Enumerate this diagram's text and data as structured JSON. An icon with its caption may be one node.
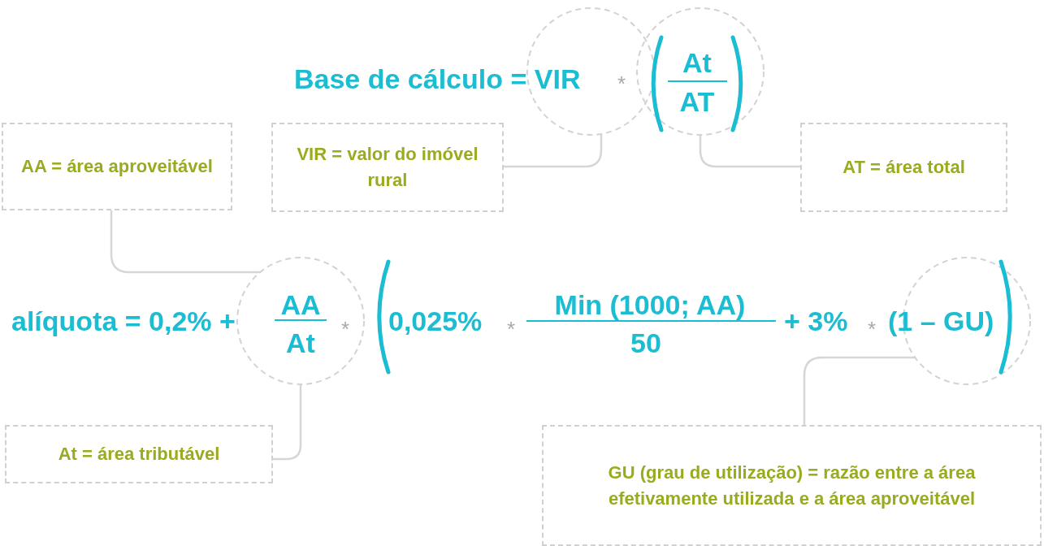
{
  "diagram": {
    "nodes": [
      {
        "text": [],
        "shape": "circle"
      },
      {
        "text": [],
        "shape": "circle"
      },
      {
        "text": [
          "AA = área aproveitável"
        ]
      },
      {
        "text": [
          "VIR = valor do imóvel rural"
        ]
      },
      {
        "text": [
          "AT = área total"
        ]
      },
      {
        "text": [],
        "shape": "circle"
      },
      {
        "text": [],
        "shape": "circle"
      },
      {
        "text": [
          "At = área tributável"
        ]
      },
      {
        "text": [
          "GU (grau de utilização) = razão entre a área efetivamente utilizada e a área aproveitável"
        ]
      }
    ],
    "edges": [
      {
        "from": 0,
        "to": 3,
        "arrow": "none"
      },
      {
        "from": 1,
        "to": 4,
        "arrow": "none"
      },
      {
        "from": 5,
        "to": 2,
        "arrow": "none"
      },
      {
        "from": 5,
        "to": 7,
        "arrow": "none"
      },
      {
        "from": 6,
        "to": 8,
        "arrow": "none"
      }
    ],
    "labels": [
      "Base de cálculo = VIR",
      "*",
      "At",
      "AT",
      "alíquota = 0,2% +",
      "AA",
      "At",
      "*",
      "0,025%",
      "*",
      "Min (1000; AA)",
      "50",
      "+ 3%",
      "*",
      "(1 – GU)"
    ]
  }
}
